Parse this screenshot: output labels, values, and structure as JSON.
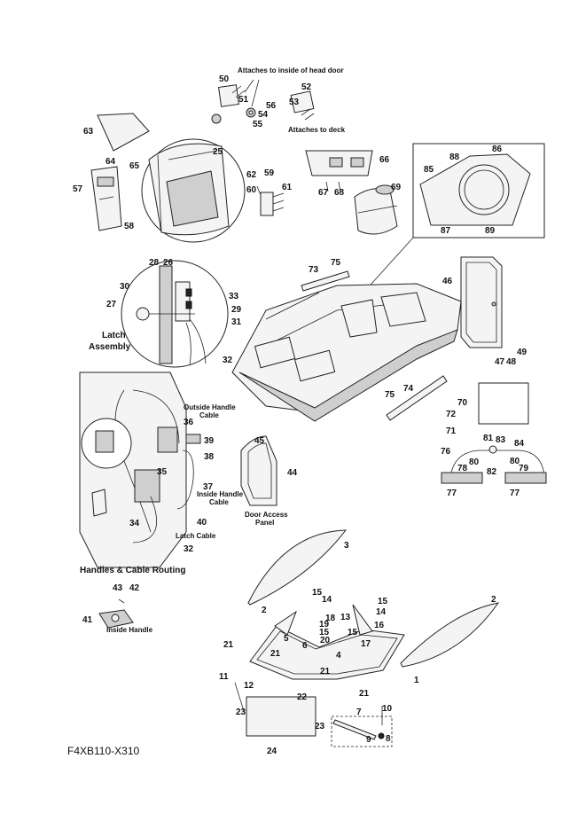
{
  "diagram_code": "F4XB110-X310",
  "captions": {
    "head_door_inside": "Attaches to inside of head door",
    "attaches_deck": "Attaches to deck",
    "latch_assembly_line1": "Latch",
    "latch_assembly_line2": "Assembly",
    "outside_handle_line1": "Outside Handle",
    "outside_handle_line2": "Cable",
    "inside_handle_cable_line1": "Inside Handle",
    "inside_handle_cable_line2": "Cable",
    "door_access_line1": "Door Access",
    "door_access_line2": "Panel",
    "latch_cable": "Latch Cable",
    "handles_routing": "Handles & Cable Routing",
    "inside_handle": "Inside Handle"
  },
  "part_numbers": {
    "p1": "1",
    "p2": "2",
    "p3": "3",
    "p4": "4",
    "p5": "5",
    "p6": "6",
    "p7": "7",
    "p8": "8",
    "p9": "9",
    "p10": "10",
    "p11": "11",
    "p12": "12",
    "p13": "13",
    "p14": "14",
    "p15": "15",
    "p16": "16",
    "p17": "17",
    "p18": "18",
    "p19": "19",
    "p20": "20",
    "p21": "21",
    "p22": "22",
    "p23": "23",
    "p24": "24",
    "p25": "25",
    "p26": "26",
    "p27": "27",
    "p28": "28",
    "p29": "29",
    "p30": "30",
    "p31": "31",
    "p32": "32",
    "p33": "33",
    "p34": "34",
    "p35": "35",
    "p36": "36",
    "p37": "37",
    "p38": "38",
    "p39": "39",
    "p40": "40",
    "p41": "41",
    "p42": "42",
    "p43": "43",
    "p44": "44",
    "p45": "45",
    "p46": "46",
    "p47": "47",
    "p48": "48",
    "p49": "49",
    "p50": "50",
    "p51": "51",
    "p52": "52",
    "p53": "53",
    "p54": "54",
    "p55": "55",
    "p56": "56",
    "p57": "57",
    "p58": "58",
    "p59": "59",
    "p60": "60",
    "p61": "61",
    "p62": "62",
    "p63": "63",
    "p64": "64",
    "p65": "65",
    "p66": "66",
    "p67": "67",
    "p68": "68",
    "p69": "69",
    "p70": "70",
    "p71": "71",
    "p72": "72",
    "p73": "73",
    "p74": "74",
    "p75": "75",
    "p76": "76",
    "p77": "77",
    "p78": "78",
    "p79": "79",
    "p80": "80",
    "p81": "81",
    "p82": "82",
    "p83": "83",
    "p84": "84",
    "p85": "85",
    "p86": "86",
    "p87": "87",
    "p88": "88",
    "p89": "89"
  }
}
